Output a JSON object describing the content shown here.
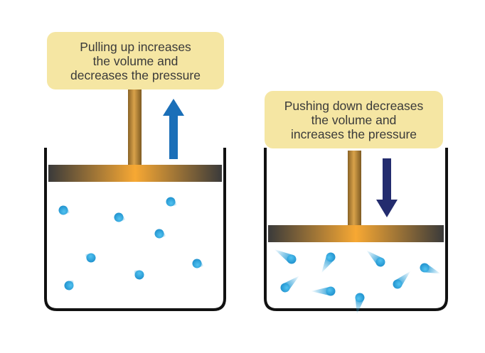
{
  "left_panel": {
    "caption_lines": [
      "Pulling up increases",
      "the volume and",
      "decreases the pressure"
    ],
    "arrow_direction": "up",
    "arrow_color": "#1b6fb8"
  },
  "right_panel": {
    "caption_lines": [
      "Pushing down decreases",
      "the volume and",
      "increases the pressure"
    ],
    "arrow_direction": "down",
    "arrow_color": "#232c6e"
  },
  "colors": {
    "caption_background": "#f5e6a3",
    "container_outline": "#111111",
    "piston_gradient": [
      "#3a3a3a",
      "#f7a833",
      "#3a3a3a"
    ],
    "rod_color": "#c38a32",
    "particle_color": "#2a9fd8"
  }
}
